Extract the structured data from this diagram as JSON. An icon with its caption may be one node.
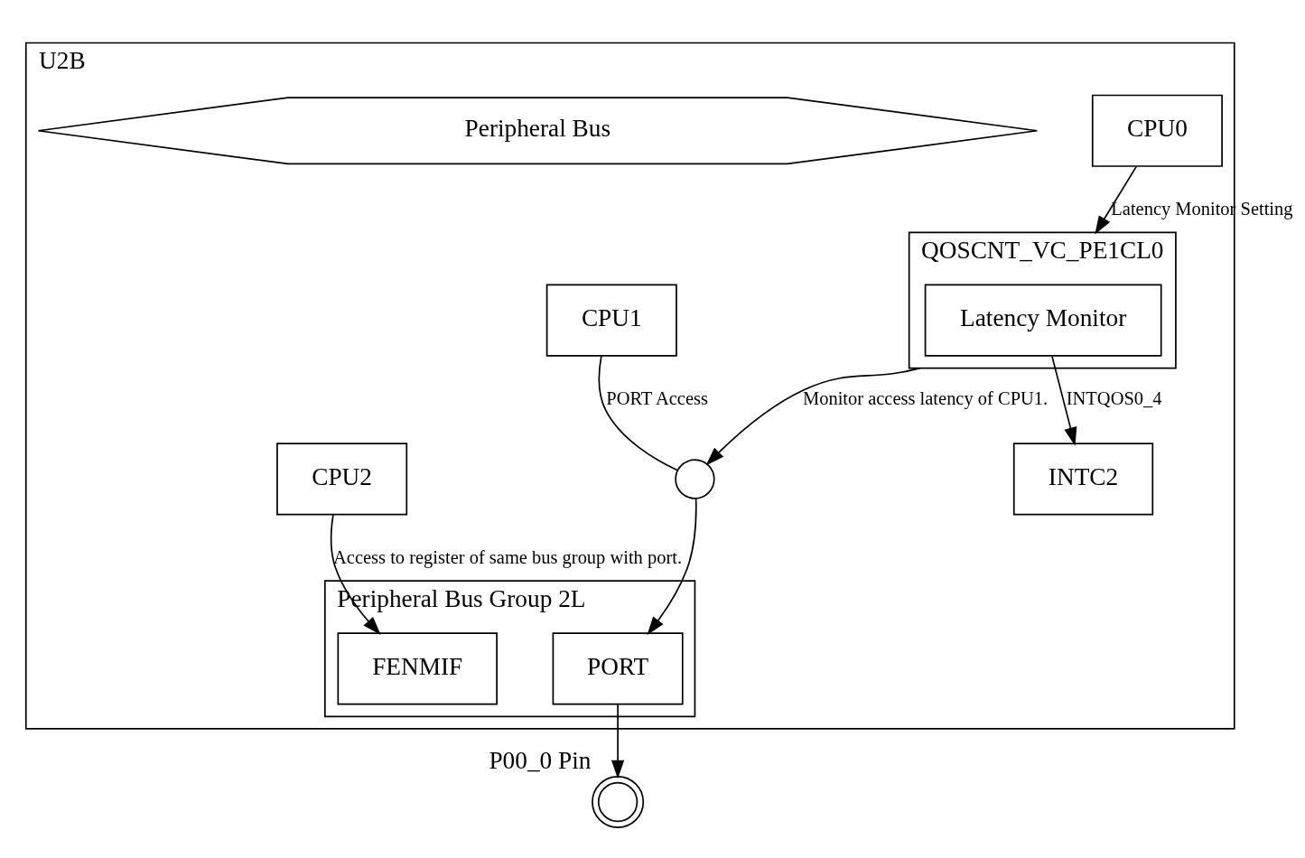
{
  "diagram": {
    "nodes": [
      {
        "text": [
          "U2B"
        ]
      },
      {
        "text": [
          "CPU0"
        ],
        "in": 0
      },
      {
        "text": [
          "INTC2"
        ],
        "in": 0
      },
      {
        "text": [
          "CPU1"
        ],
        "in": 0
      },
      {
        "text": [
          "CPU2"
        ],
        "in": 0
      },
      {
        "text": [
          "QOSCNT_VC_PE1CL0"
        ],
        "in": 0
      },
      {
        "text": [
          "Latency Monitor"
        ],
        "in": 5
      },
      {
        "text": [
          "Peripheral Bus"
        ],
        "in": 0
      },
      {
        "text": [],
        "shape": "circle",
        "in": 0
      },
      {
        "text": [
          "Peripheral Bus Group 2L"
        ],
        "in": 0
      },
      {
        "text": [
          "FENMIF"
        ],
        "in": 9
      },
      {
        "text": [
          "PORT"
        ],
        "in": 9
      },
      {
        "text": [],
        "shape": "circle",
        "beside": [
          "P00_0 Pin"
        ]
      }
    ],
    "edges": [
      {
        "from": 1,
        "to": 5,
        "arrow": "to",
        "label": "Latency Monitor Setting"
      },
      {
        "from": 6,
        "to": 2,
        "arrow": "to",
        "label": "INTQOS0_4"
      },
      {
        "from": 5,
        "to": 8,
        "arrow": "to",
        "label": "Monitor access latency of CPU1."
      },
      {
        "from": 3,
        "to": 8,
        "arrow": "none",
        "label": "PORT Access"
      },
      {
        "from": 8,
        "to": 11,
        "arrow": "to"
      },
      {
        "from": 4,
        "to": 10,
        "arrow": "to",
        "label": "Access to register of same bus group with port."
      },
      {
        "from": 11,
        "to": 12,
        "arrow": "to"
      }
    ]
  }
}
